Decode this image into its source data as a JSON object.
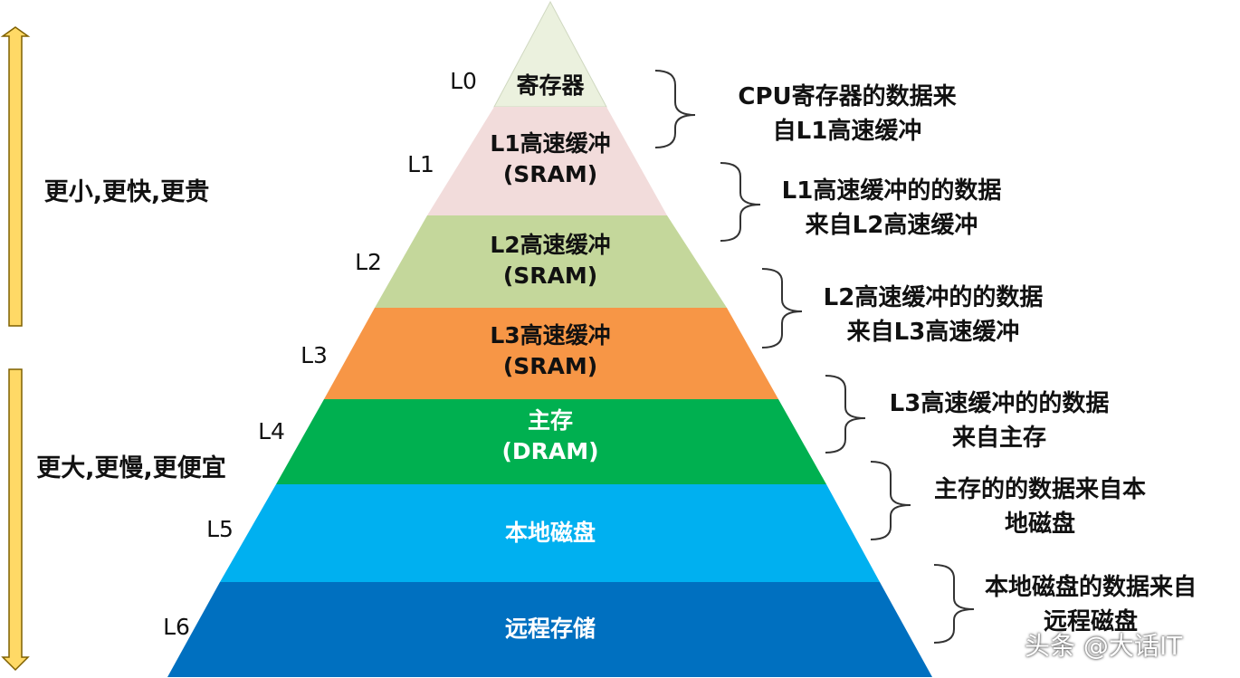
{
  "colors": {
    "l0": "#ebf1de",
    "l1": "#f2dcdb",
    "l2": "#c4d79b",
    "l3": "#f79646",
    "l4": "#00b050",
    "l5": "#00b0f0",
    "l6": "#0070c0",
    "arrow_fill": "#ffd966",
    "arrow_stroke": "#7f6000"
  },
  "left_labels": {
    "top": "更小,更快,更贵",
    "bottom": "更大,更慢,更便宜"
  },
  "levels": [
    "L0",
    "L1",
    "L2",
    "L3",
    "L4",
    "L5",
    "L6"
  ],
  "tiers": [
    {
      "line1": "寄存器",
      "line2": ""
    },
    {
      "line1": "L1高速缓冲",
      "line2": "(SRAM)"
    },
    {
      "line1": "L2高速缓冲",
      "line2": "(SRAM)"
    },
    {
      "line1": "L3高速缓冲",
      "line2": "(SRAM)"
    },
    {
      "line1": "主存",
      "line2": "(DRAM)"
    },
    {
      "line1": "本地磁盘",
      "line2": ""
    },
    {
      "line1": "远程存储",
      "line2": ""
    }
  ],
  "notes": [
    {
      "line1": "CPU寄存器的数据来",
      "line2": "自L1高速缓冲"
    },
    {
      "line1": "L1高速缓冲的的数据",
      "line2": "来自L2高速缓冲"
    },
    {
      "line1": "L2高速缓冲的的数据",
      "line2": "来自L3高速缓冲"
    },
    {
      "line1": "L3高速缓冲的的数据",
      "line2": "来自主存"
    },
    {
      "line1": "主存的的数据来自本",
      "line2": "地磁盘"
    },
    {
      "line1": "本地磁盘的数据来自",
      "line2": "远程磁盘"
    }
  ],
  "watermark": "头条 @大话IT"
}
